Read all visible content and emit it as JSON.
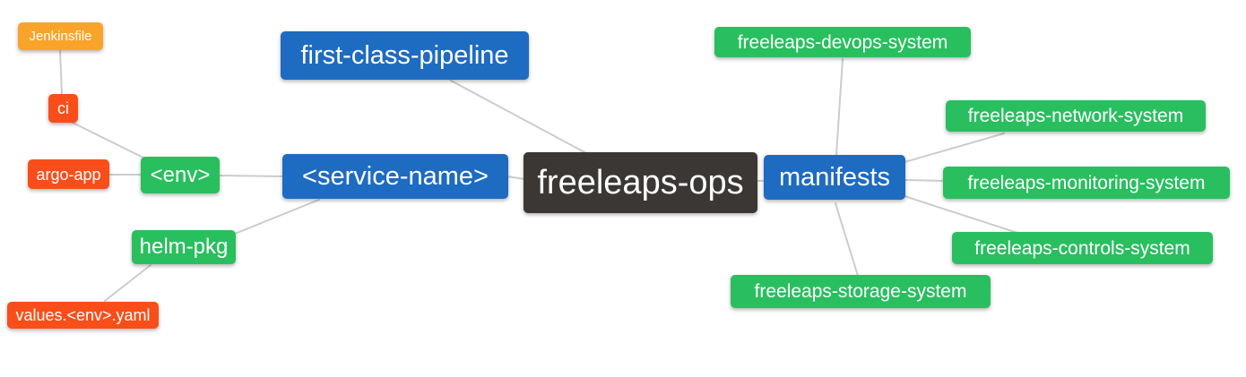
{
  "diagram": {
    "type": "mindmap",
    "root_label": "freeleaps-ops",
    "palette": {
      "background": "#ffffff",
      "edge_gray": "#cccccc",
      "root_dark": "#3b3735",
      "branch_blue": "#1e6bc2",
      "leaf_green": "#29bf5f",
      "leaf_red": "#f94e1a",
      "leaf_orange": "#f8a42b"
    },
    "nodes": {
      "freeleaps_ops": {
        "label": "freeleaps-ops",
        "level": 0,
        "color": "#3b3735"
      },
      "first_class_pipeline": {
        "label": "first-class-pipeline",
        "level": 1,
        "color": "#1e6bc2"
      },
      "service_name": {
        "label": "<service-name>",
        "level": 1,
        "color": "#1e6bc2"
      },
      "manifests": {
        "label": "manifests",
        "level": 1,
        "color": "#1e6bc2"
      },
      "env": {
        "label": "<env>",
        "level": 2,
        "color": "#29bf5f"
      },
      "helm_pkg": {
        "label": "helm-pkg",
        "level": 2,
        "color": "#29bf5f"
      },
      "ci": {
        "label": "ci",
        "level": 3,
        "color": "#f94e1a"
      },
      "argo_app": {
        "label": "argo-app",
        "level": 3,
        "color": "#f94e1a"
      },
      "values_env_yaml": {
        "label": "values.<env>.yaml",
        "level": 3,
        "color": "#f94e1a"
      },
      "jenkinsfile": {
        "label": "Jenkinsfile",
        "level": 4,
        "color": "#f8a42b"
      },
      "devops_system": {
        "label": "freeleaps-devops-system",
        "level": 2,
        "color": "#29bf5f"
      },
      "network_system": {
        "label": "freeleaps-network-system",
        "level": 2,
        "color": "#29bf5f"
      },
      "monitoring_system": {
        "label": "freeleaps-monitoring-system",
        "level": 2,
        "color": "#29bf5f"
      },
      "controls_system": {
        "label": "freeleaps-controls-system",
        "level": 2,
        "color": "#29bf5f"
      },
      "storage_system": {
        "label": "freeleaps-storage-system",
        "level": 2,
        "color": "#29bf5f"
      }
    },
    "edges": [
      {
        "from": "jenkinsfile",
        "to": "ci"
      },
      {
        "from": "ci",
        "to": "env"
      },
      {
        "from": "argo_app",
        "to": "env"
      },
      {
        "from": "env",
        "to": "service_name"
      },
      {
        "from": "helm_pkg",
        "to": "service_name"
      },
      {
        "from": "values_env_yaml",
        "to": "helm_pkg"
      },
      {
        "from": "first_class_pipeline",
        "to": "freeleaps_ops"
      },
      {
        "from": "service_name",
        "to": "freeleaps_ops"
      },
      {
        "from": "freeleaps_ops",
        "to": "manifests"
      },
      {
        "from": "manifests",
        "to": "devops_system"
      },
      {
        "from": "manifests",
        "to": "network_system"
      },
      {
        "from": "manifests",
        "to": "monitoring_system"
      },
      {
        "from": "manifests",
        "to": "controls_system"
      },
      {
        "from": "manifests",
        "to": "storage_system"
      }
    ]
  }
}
